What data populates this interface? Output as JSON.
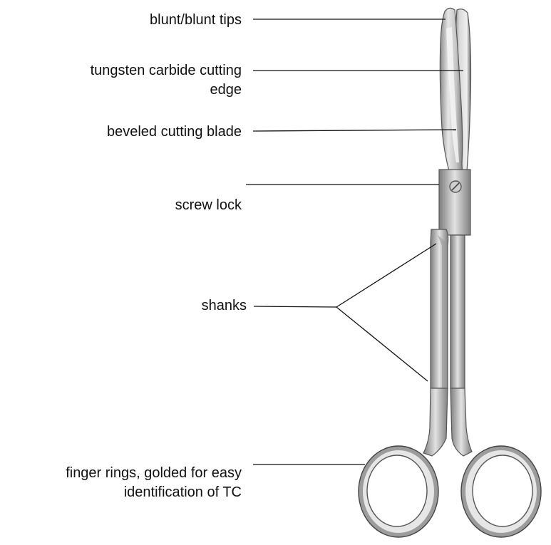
{
  "labels": {
    "tips": "blunt/blunt tips",
    "edge_line1": "tungsten carbide cutting",
    "edge_line2": "edge",
    "blade": "beveled cutting blade",
    "lock": "screw lock",
    "shanks": "shanks",
    "rings_line1": "finger rings, golded for easy",
    "rings_line2": "identification of TC"
  },
  "colors": {
    "line": "#111111",
    "steel_light": "#e4e4e4",
    "steel_mid": "#b5b5b5",
    "steel_dark": "#6a6a6a"
  }
}
